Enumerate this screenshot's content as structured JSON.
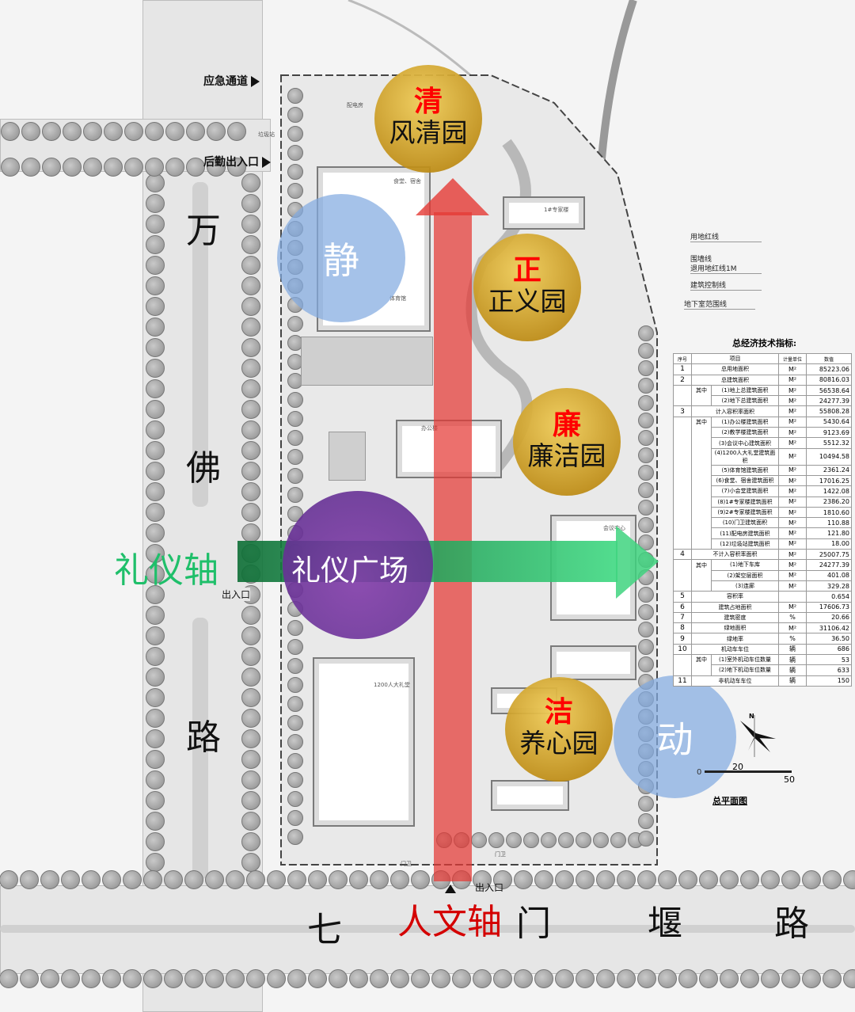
{
  "roads": {
    "west": [
      "万",
      "佛",
      "路"
    ],
    "south": [
      "七",
      "门",
      "堰",
      "路"
    ]
  },
  "gates": {
    "emergency": "应急通道",
    "logistics": "后勤出入口",
    "west_entrance": "出入口",
    "south_entrance": "出入口"
  },
  "axes": {
    "humanities": "人文轴",
    "ceremony": "礼仪轴",
    "colors": {
      "humanities": "#e53935",
      "ceremony": "#1fa35a"
    }
  },
  "zones": {
    "qing": {
      "badge": "清",
      "name": "风清园"
    },
    "zheng": {
      "badge": "正",
      "name": "正义园"
    },
    "lian": {
      "badge": "廉",
      "name": "廉洁园"
    },
    "jie": {
      "badge": "洁",
      "name": "养心园"
    },
    "quiet": "静",
    "active": "动",
    "plaza": "礼仪广场"
  },
  "buildings": {
    "canteen": "食堂、宿舍",
    "gym": "体育馆",
    "office": "办公楼",
    "auditorium": "1200人大礼堂",
    "meeting": "会议中心",
    "power": "配电房",
    "expert1": "1#专家楼",
    "guard1": "门卫",
    "guard2": "门卫",
    "garbage": "垃圾站"
  },
  "legend": [
    "用地红线",
    "围墙线",
    "退用地红线1M",
    "建筑控制线",
    "地下室范围线"
  ],
  "tech_table": {
    "title": "总经济技术指标:",
    "headers": [
      "序号",
      "项目",
      "计量单位",
      "数值"
    ],
    "sub_label": "其中",
    "rows": [
      {
        "no": "1",
        "item": "总用地面积",
        "unit": "M²",
        "value": "85223.06"
      },
      {
        "no": "2",
        "item": "总建筑面积",
        "unit": "M²",
        "value": "80816.03"
      },
      {
        "no": "",
        "sub": true,
        "item": "(1)地上总建筑面积",
        "unit": "M²",
        "value": "56538.64"
      },
      {
        "no": "",
        "sub": true,
        "item": "(2)地下总建筑面积",
        "unit": "M²",
        "value": "24277.39"
      },
      {
        "no": "3",
        "item": "计入容积率面积",
        "unit": "M²",
        "value": "55808.28"
      },
      {
        "no": "",
        "sub": true,
        "item": "(1)办公楼建筑面积",
        "unit": "M²",
        "value": "5430.64"
      },
      {
        "no": "",
        "sub": true,
        "item": "(2)教学楼建筑面积",
        "unit": "M²",
        "value": "9123.69"
      },
      {
        "no": "",
        "sub": true,
        "item": "(3)会议中心建筑面积",
        "unit": "M²",
        "value": "5512.32"
      },
      {
        "no": "",
        "sub": true,
        "item": "(4)1200人大礼堂建筑面积",
        "unit": "M²",
        "value": "10494.58"
      },
      {
        "no": "",
        "sub": true,
        "item": "(5)体育馆建筑面积",
        "unit": "M²",
        "value": "2361.24"
      },
      {
        "no": "",
        "sub": true,
        "item": "(6)食堂、宿舍建筑面积",
        "unit": "M²",
        "value": "17016.25"
      },
      {
        "no": "",
        "sub": true,
        "item": "(7)小会堂建筑面积",
        "unit": "M²",
        "value": "1422.08"
      },
      {
        "no": "",
        "sub": true,
        "item": "(8)1#专家楼建筑面积",
        "unit": "M²",
        "value": "2386.20"
      },
      {
        "no": "",
        "sub": true,
        "item": "(9)2#专家楼建筑面积",
        "unit": "M²",
        "value": "1810.60"
      },
      {
        "no": "",
        "sub": true,
        "item": "(10)门卫建筑面积",
        "unit": "M²",
        "value": "110.88"
      },
      {
        "no": "",
        "sub": true,
        "item": "(11)配电房建筑面积",
        "unit": "M²",
        "value": "121.80"
      },
      {
        "no": "",
        "sub": true,
        "item": "(12)垃圾站建筑面积",
        "unit": "M²",
        "value": "18.00"
      },
      {
        "no": "4",
        "item": "不计入容积率面积",
        "unit": "M²",
        "value": "25007.75"
      },
      {
        "no": "",
        "sub": true,
        "item": "(1)地下车库",
        "unit": "M²",
        "value": "24277.39"
      },
      {
        "no": "",
        "sub": true,
        "item": "(2)架空层面积",
        "unit": "M²",
        "value": "401.08"
      },
      {
        "no": "",
        "sub": true,
        "item": "(3)连廊",
        "unit": "M²",
        "value": "329.28"
      },
      {
        "no": "5",
        "item": "容积率",
        "unit": "",
        "value": "0.654"
      },
      {
        "no": "6",
        "item": "建筑占地面积",
        "unit": "M²",
        "value": "17606.73"
      },
      {
        "no": "7",
        "item": "建筑密度",
        "unit": "%",
        "value": "20.66"
      },
      {
        "no": "8",
        "item": "绿地面积",
        "unit": "M²",
        "value": "31106.42"
      },
      {
        "no": "9",
        "item": "绿地率",
        "unit": "%",
        "value": "36.50"
      },
      {
        "no": "10",
        "item": "机动车车位",
        "unit": "辆",
        "value": "686"
      },
      {
        "no": "",
        "sub": true,
        "item": "(1)室外机动车位数量",
        "unit": "辆",
        "value": "53"
      },
      {
        "no": "",
        "sub": true,
        "item": "(2)地下机动车位数量",
        "unit": "辆",
        "value": "633"
      },
      {
        "no": "11",
        "item": "非机动车车位",
        "unit": "辆",
        "value": "150"
      }
    ]
  },
  "compass": {
    "north": "N"
  },
  "scale": {
    "ticks": [
      "0",
      "20",
      "50"
    ]
  },
  "drawing_title": "总平面图"
}
